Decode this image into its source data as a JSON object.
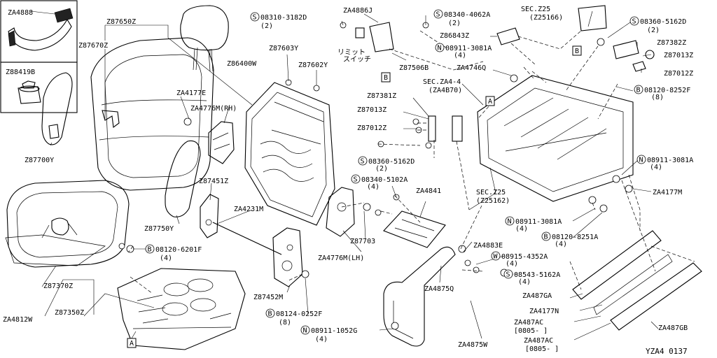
{
  "diagram_id": "YZA4 0137",
  "labels": {
    "za4888": "ZA4888",
    "z88419b": "Z88419B",
    "z87650z": "Z87650Z",
    "z87670z": "Z87670Z",
    "z86400w": "Z86400W",
    "z87700y": "Z87700Y",
    "za4177e": "ZA4177E",
    "za4776m_rh": "ZA4776M(RH)",
    "z87603y": "Z87603Y",
    "z87602y": "Z87602Y",
    "s08310": "08310-3182D",
    "s08310_qty": "(2)",
    "za4886j": "ZA4886J",
    "limit_switch_1": "リミット",
    "limit_switch_2": "スイッチ",
    "z87506b": "Z87506B",
    "box_b1": "B",
    "s08340_4062a": "08340-4062A",
    "s08340_4062a_qty": "(2)",
    "z86843z": "Z86843Z",
    "n08911_3081a_top": "08911-3081A",
    "n08911_3081a_top_qty": "(4)",
    "za4746q": "ZA4746Q",
    "sec_z25_top": "SEC.Z25",
    "sec_z25_top_sub": "(Z25166)",
    "s08360_5162d_top": "08360-5162D",
    "s08360_5162d_top_qty": "(2)",
    "z87382z": "Z87382Z",
    "z87013z_r": "Z87013Z",
    "z87012z_r": "Z87012Z",
    "box_b2": "B",
    "b08120_8252f": "08120-8252F",
    "b08120_8252f_qty": "(8)",
    "sec_za4_4": "SEC.ZA4-4",
    "sec_za4_4_sub": "(ZA4B70)",
    "box_a_top": "A",
    "z87381z": "Z87381Z",
    "z87013z_m": "Z87013Z",
    "z87012z_m": "Z87012Z",
    "s08360_5162d_mid": "08360-5162D",
    "s08360_5162d_mid_qty": "(2)",
    "s08340_5102a": "08340-5102A",
    "s08340_5102a_qty": "(4)",
    "za4841": "ZA4841",
    "sec_z25_mid": "SEC.Z25",
    "sec_z25_mid_sub": "(Z25162)",
    "n08911_3081a_r": "08911-3081A",
    "n08911_3081a_r_qty": "(4)",
    "za4177m": "ZA4177M",
    "za4231m": "ZA4231M",
    "z87451z": "Z87451Z",
    "z87750y": "Z87750Y",
    "z87703": "Z87703",
    "za4776m_lh": "ZA4776M(LH)",
    "n08911_3081a_m": "08911-3081A",
    "n08911_3081a_m_qty": "(4)",
    "b08120_8251a": "08120-8251A",
    "b08120_8251a_qty": "(4)",
    "za4883e": "ZA4883E",
    "w08915_4352a": "08915-4352A",
    "w08915_4352a_qty": "(4)",
    "s08543_5162a": "08543-5162A",
    "s08543_5162a_qty": "(4)",
    "za4875q": "ZA4875Q",
    "b08120_6201f": "08120-6201F",
    "b08120_6201f_qty": "(4)",
    "z87370z": "Z87370Z",
    "za4812w": "ZA4812W",
    "z87350z": "Z87350Z",
    "z87452m": "Z87452M",
    "b08124_0252f": "08124-0252F",
    "b08124_0252f_qty": "(8)",
    "n08911_1052g": "08911-1052G",
    "n08911_1052g_qty": "(4)",
    "box_a_bottom": "A",
    "za4875w": "ZA4875W",
    "za487ga": "ZA487GA",
    "za4177n": "ZA4177N",
    "za487ac_1": "ZA487AC",
    "za487ac_1_range": "[0805-  ]",
    "za487ac_2": "ZA487AC",
    "za487ac_2_range": "[0805-  ]",
    "za487gb": "ZA487GB"
  },
  "prefix_symbols": {
    "screw": "S",
    "nut": "N",
    "bolt": "B",
    "washer": "W"
  }
}
